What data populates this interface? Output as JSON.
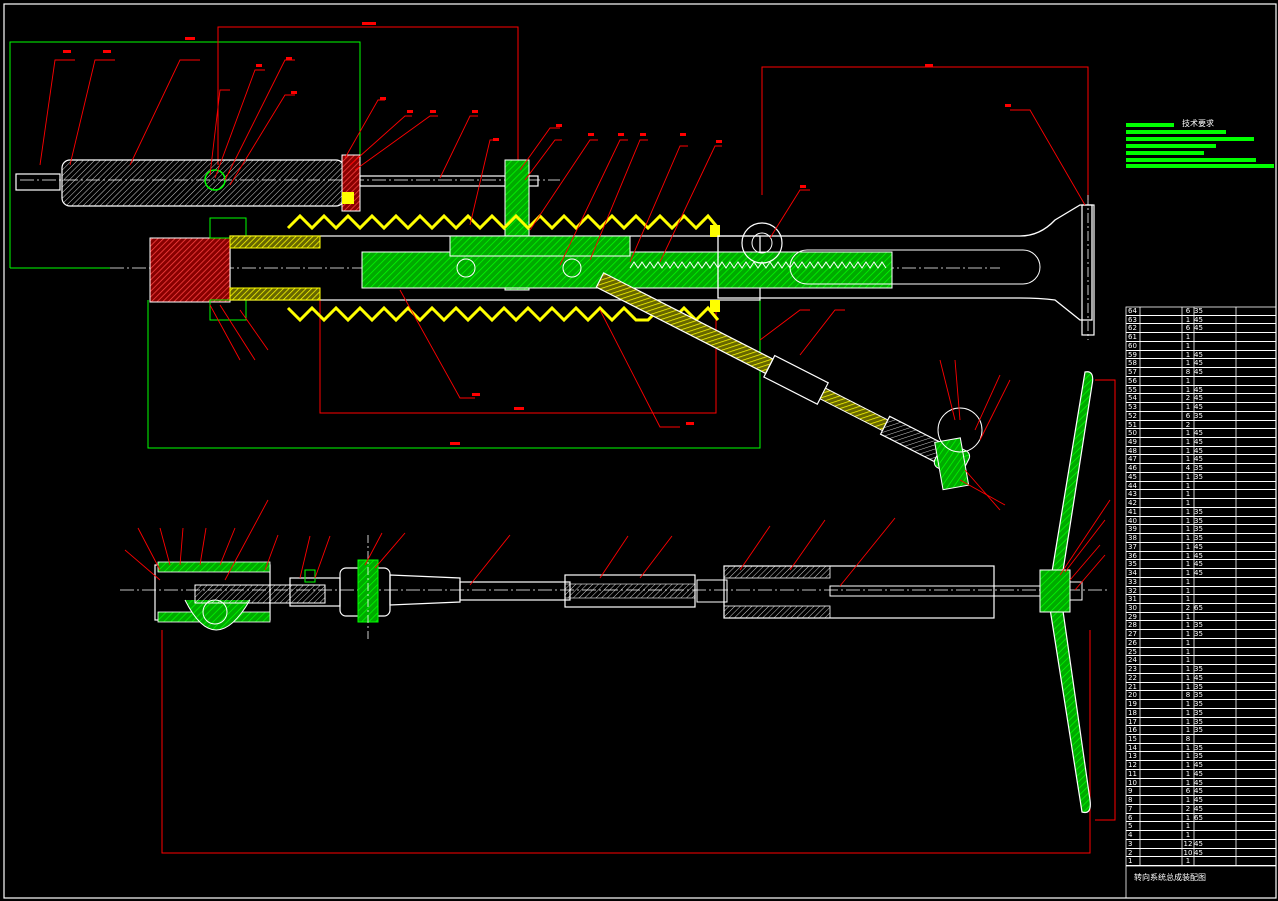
{
  "drawing": {
    "title": "转向系统总成装配图",
    "tech_requirements_title": "技术要求",
    "colors": {
      "background": "#000000",
      "frame": "#ffffff",
      "dimension": "#ff0000",
      "green_outline": "#00ff00",
      "section_hatch_green": "#00ff00",
      "boot_yellow": "#ffff00",
      "flange_red": "#ff0000"
    }
  },
  "bom": {
    "rows": [
      {
        "no": "64",
        "qty": "6",
        "mat": "35"
      },
      {
        "no": "63",
        "qty": "1",
        "mat": "45"
      },
      {
        "no": "62",
        "qty": "6",
        "mat": "45"
      },
      {
        "no": "61",
        "qty": "1",
        "mat": ""
      },
      {
        "no": "60",
        "qty": "1",
        "mat": ""
      },
      {
        "no": "59",
        "qty": "1",
        "mat": "45"
      },
      {
        "no": "58",
        "qty": "1",
        "mat": "45"
      },
      {
        "no": "57",
        "qty": "8",
        "mat": "45"
      },
      {
        "no": "56",
        "qty": "1",
        "mat": ""
      },
      {
        "no": "55",
        "qty": "1",
        "mat": "45"
      },
      {
        "no": "54",
        "qty": "2",
        "mat": "45"
      },
      {
        "no": "53",
        "qty": "1",
        "mat": "45"
      },
      {
        "no": "52",
        "qty": "6",
        "mat": "35"
      },
      {
        "no": "51",
        "qty": "2",
        "mat": ""
      },
      {
        "no": "50",
        "qty": "1",
        "mat": "45"
      },
      {
        "no": "49",
        "qty": "1",
        "mat": "45"
      },
      {
        "no": "48",
        "qty": "1",
        "mat": "45"
      },
      {
        "no": "47",
        "qty": "1",
        "mat": "45"
      },
      {
        "no": "46",
        "qty": "4",
        "mat": "35"
      },
      {
        "no": "45",
        "qty": "1",
        "mat": "35"
      },
      {
        "no": "44",
        "qty": "1",
        "mat": ""
      },
      {
        "no": "43",
        "qty": "1",
        "mat": ""
      },
      {
        "no": "42",
        "qty": "1",
        "mat": ""
      },
      {
        "no": "41",
        "qty": "1",
        "mat": "35"
      },
      {
        "no": "40",
        "qty": "1",
        "mat": "35"
      },
      {
        "no": "39",
        "qty": "1",
        "mat": "35"
      },
      {
        "no": "38",
        "qty": "1",
        "mat": "35"
      },
      {
        "no": "37",
        "qty": "1",
        "mat": "45"
      },
      {
        "no": "36",
        "qty": "1",
        "mat": "45"
      },
      {
        "no": "35",
        "qty": "1",
        "mat": "45"
      },
      {
        "no": "34",
        "qty": "1",
        "mat": "45"
      },
      {
        "no": "33",
        "qty": "1",
        "mat": ""
      },
      {
        "no": "32",
        "qty": "1",
        "mat": ""
      },
      {
        "no": "31",
        "qty": "1",
        "mat": ""
      },
      {
        "no": "30",
        "qty": "2",
        "mat": "65"
      },
      {
        "no": "29",
        "qty": "1",
        "mat": ""
      },
      {
        "no": "28",
        "qty": "1",
        "mat": "35"
      },
      {
        "no": "27",
        "qty": "1",
        "mat": "35"
      },
      {
        "no": "26",
        "qty": "1",
        "mat": ""
      },
      {
        "no": "25",
        "qty": "1",
        "mat": ""
      },
      {
        "no": "24",
        "qty": "1",
        "mat": ""
      },
      {
        "no": "23",
        "qty": "1",
        "mat": "35"
      },
      {
        "no": "22",
        "qty": "1",
        "mat": "45"
      },
      {
        "no": "21",
        "qty": "1",
        "mat": "35"
      },
      {
        "no": "20",
        "qty": "8",
        "mat": "35"
      },
      {
        "no": "19",
        "qty": "1",
        "mat": "35"
      },
      {
        "no": "18",
        "qty": "1",
        "mat": "35"
      },
      {
        "no": "17",
        "qty": "1",
        "mat": "35"
      },
      {
        "no": "16",
        "qty": "1",
        "mat": "35"
      },
      {
        "no": "15",
        "qty": "8",
        "mat": ""
      },
      {
        "no": "14",
        "qty": "1",
        "mat": "35"
      },
      {
        "no": "13",
        "qty": "1",
        "mat": "35"
      },
      {
        "no": "12",
        "qty": "1",
        "mat": "45"
      },
      {
        "no": "11",
        "qty": "1",
        "mat": "45"
      },
      {
        "no": "10",
        "qty": "1",
        "mat": "45"
      },
      {
        "no": "9",
        "qty": "6",
        "mat": "45"
      },
      {
        "no": "8",
        "qty": "1",
        "mat": "45"
      },
      {
        "no": "7",
        "qty": "2",
        "mat": "45"
      },
      {
        "no": "6",
        "qty": "1",
        "mat": "65"
      },
      {
        "no": "5",
        "qty": "1",
        "mat": ""
      },
      {
        "no": "4",
        "qty": "1",
        "mat": ""
      },
      {
        "no": "3",
        "qty": "12",
        "mat": "45"
      },
      {
        "no": "2",
        "qty": "10",
        "mat": "45"
      },
      {
        "no": "1",
        "qty": "1",
        "mat": ""
      }
    ]
  }
}
